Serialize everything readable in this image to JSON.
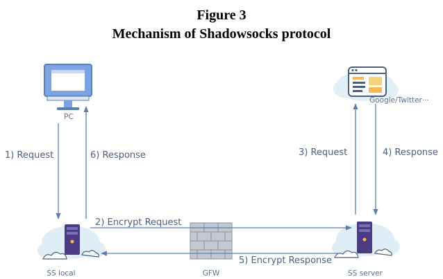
{
  "figure": {
    "number": "Figure 3",
    "title": "Mechanism of Shadowsocks protocol"
  },
  "nodes": {
    "pc": "PC",
    "google": "Google/Twitter···",
    "ss_local": "SS local",
    "gfw": "GFW",
    "ss_server": "SS server"
  },
  "flows": {
    "request": "1) Request",
    "encrypt_request": "2) Encrypt Request",
    "request_3": "3) Request",
    "response_4": "4) Response",
    "encrypt_response": "5) Encrypt Response",
    "response_6": "6) Response"
  },
  "colors": {
    "arrow": "#5b7fad",
    "text": "#4a5f7d",
    "cloud": "#dfeef6",
    "server": "#4a3b82",
    "wall": "#c4c9d1"
  }
}
